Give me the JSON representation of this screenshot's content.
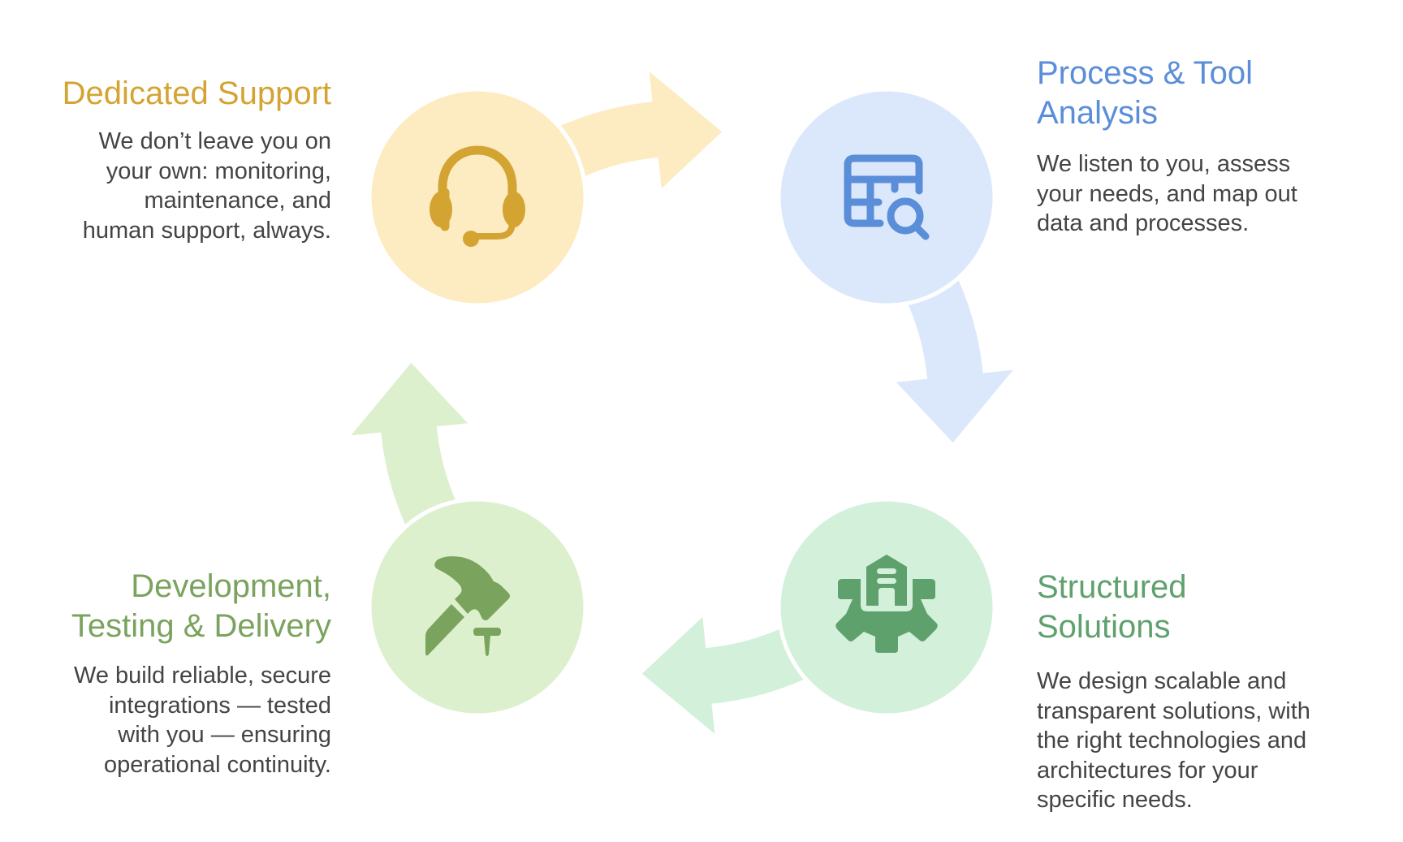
{
  "colors": {
    "support_fill": "#FDECC2",
    "support_accent": "#D4A433",
    "analysis_fill": "#DBE8FC",
    "analysis_accent": "#5B8ED8",
    "solutions_fill": "#D3F0DA",
    "solutions_accent": "#5FA16C",
    "dev_fill": "#DDF0CD",
    "dev_accent": "#7AA35E",
    "body_text": "#444444"
  },
  "steps": [
    {
      "id": "support",
      "title_lines": [
        "Dedicated Support"
      ],
      "body_lines": [
        "We don’t leave you on",
        "your own: monitoring,",
        "maintenance, and",
        "human support, always."
      ],
      "icon": "headset-icon"
    },
    {
      "id": "analysis",
      "title_lines": [
        "Process & Tool",
        "Analysis"
      ],
      "body_lines": [
        "We listen to you, assess",
        "your needs, and map out",
        "data and processes."
      ],
      "icon": "table-search-icon"
    },
    {
      "id": "solutions",
      "title_lines": [
        "Structured",
        "Solutions"
      ],
      "body_lines": [
        "We design scalable and",
        "transparent solutions, with",
        "the right technologies and",
        "architectures for your",
        "specific needs."
      ],
      "icon": "building-gear-icon"
    },
    {
      "id": "dev",
      "title_lines": [
        "Development,",
        "Testing & Delivery"
      ],
      "body_lines": [
        "We build reliable, secure",
        "integrations — tested",
        "with you — ensuring",
        "operational continuity."
      ],
      "icon": "hammer-nail-icon"
    }
  ]
}
